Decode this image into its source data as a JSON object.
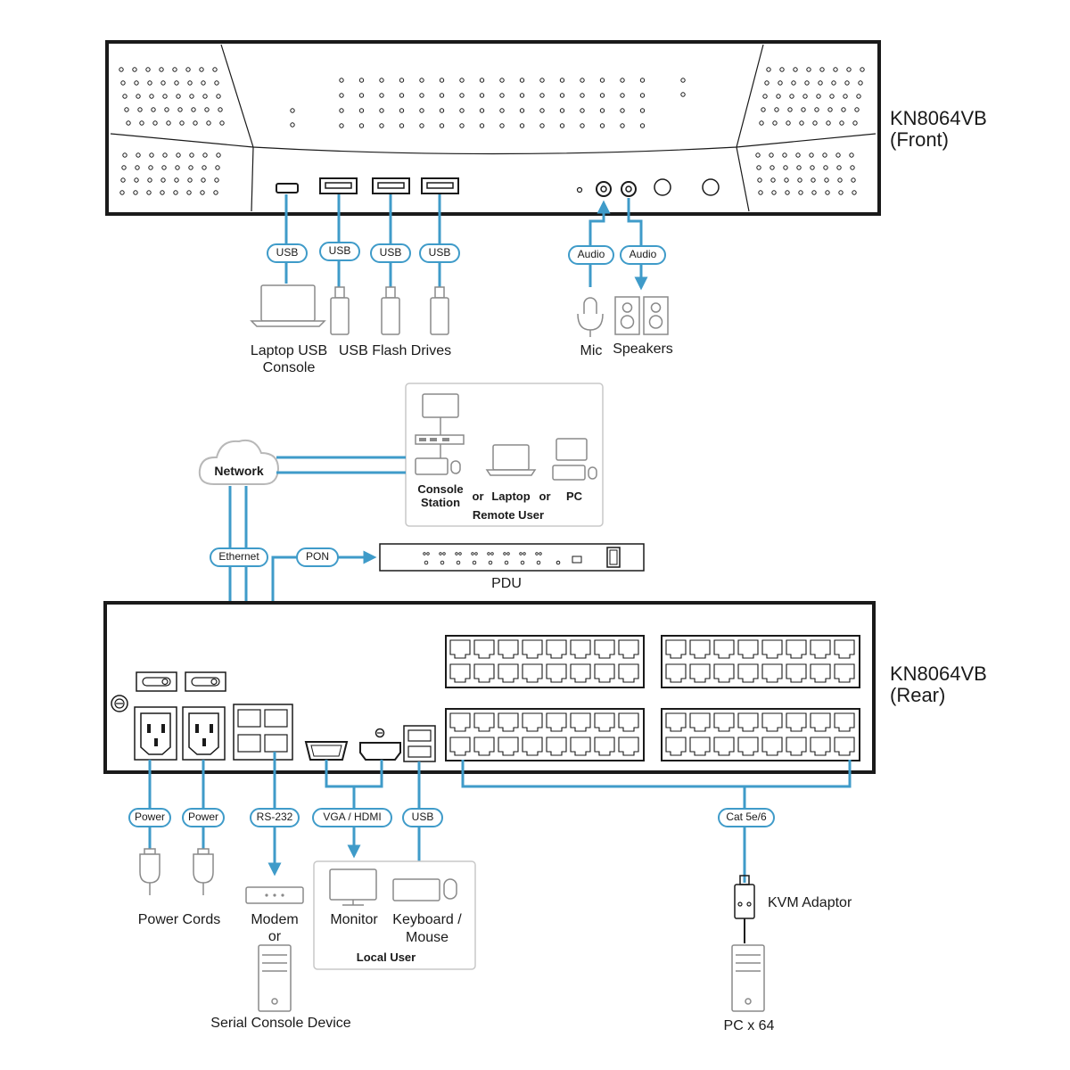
{
  "colors": {
    "cable": "#3f9bc9",
    "ink": "#1a1a1a",
    "device": "#8a8a8a"
  },
  "front": {
    "model": "KN8064VB",
    "view": "(Front)",
    "tags": {
      "usb": "USB",
      "audio": "Audio"
    },
    "labels": {
      "laptop_line1": "Laptop USB",
      "laptop_line2": "Console",
      "flash": "USB Flash Drives",
      "mic": "Mic",
      "speakers": "Speakers"
    }
  },
  "remote": {
    "network": "Network",
    "ethernet": "Ethernet",
    "pon": "PON",
    "pdu": "PDU",
    "console_line1": "Console",
    "console_line2": "Station",
    "or": "or",
    "laptop": "Laptop",
    "pc": "PC",
    "remote_user": "Remote User"
  },
  "rear": {
    "model": "KN8064VB",
    "view": "(Rear)",
    "tags": {
      "power": "Power",
      "rs232": "RS-232",
      "vga_hdmi": "VGA / HDMI",
      "usb": "USB",
      "cat": "Cat 5e/6"
    },
    "labels": {
      "power_cords": "Power Cords",
      "modem": "Modem",
      "or": "or",
      "serial": "Serial Console Device",
      "monitor": "Monitor",
      "kbd_line1": "Keyboard /",
      "kbd_line2": "Mouse",
      "local_user": "Local User",
      "kvm_adaptor": "KVM Adaptor",
      "pc_count": "PC x 64"
    }
  }
}
